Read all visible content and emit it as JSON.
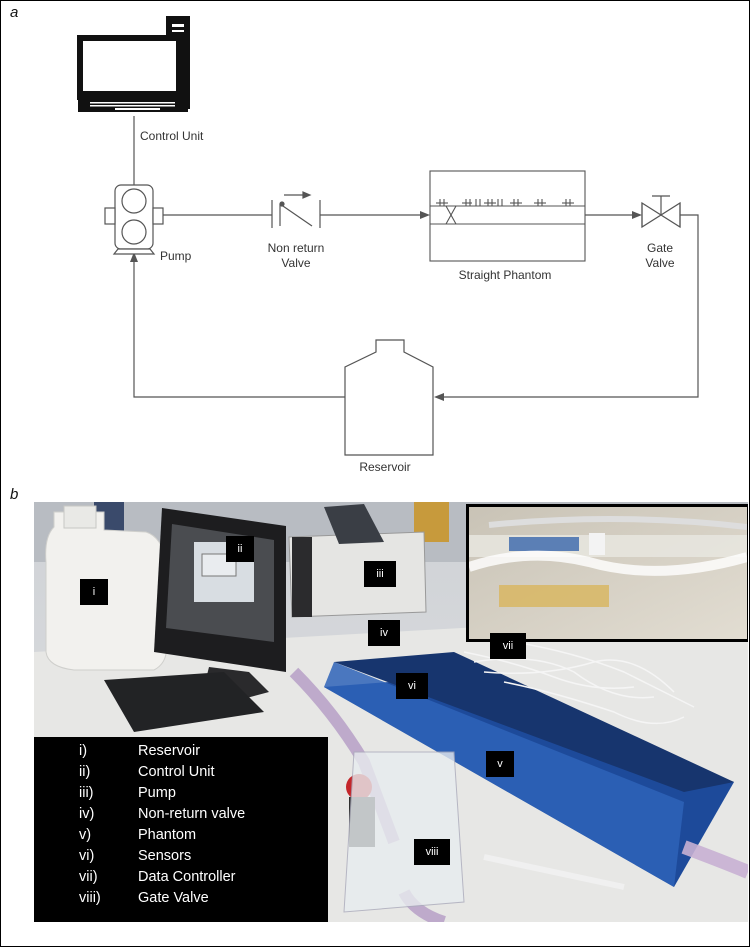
{
  "panels": {
    "a": "a",
    "b": "b"
  },
  "diagram": {
    "control_unit": "Control Unit",
    "pump": "Pump",
    "non_return_valve_line1": "Non return",
    "non_return_valve_line2": "Valve",
    "straight_phantom": "Straight Phantom",
    "gate_valve_line1": "Gate",
    "gate_valve_line2": "Valve",
    "reservoir": "Reservoir"
  },
  "photo": {
    "tags": {
      "i": "i",
      "ii": "ii",
      "iii": "iii",
      "iv": "iv",
      "v": "v",
      "vi": "vi",
      "vii": "vii",
      "viii": "viii"
    },
    "legend": [
      {
        "num": "i)",
        "text": "Reservoir"
      },
      {
        "num": "ii)",
        "text": "Control Unit"
      },
      {
        "num": "iii)",
        "text": "Pump"
      },
      {
        "num": "iv)",
        "text": "Non-return valve"
      },
      {
        "num": "v)",
        "text": "Phantom"
      },
      {
        "num": "vi)",
        "text": "Sensors"
      },
      {
        "num": "vii)",
        "text": "Data Controller"
      },
      {
        "num": "viii)",
        "text": "Gate Valve"
      }
    ]
  }
}
